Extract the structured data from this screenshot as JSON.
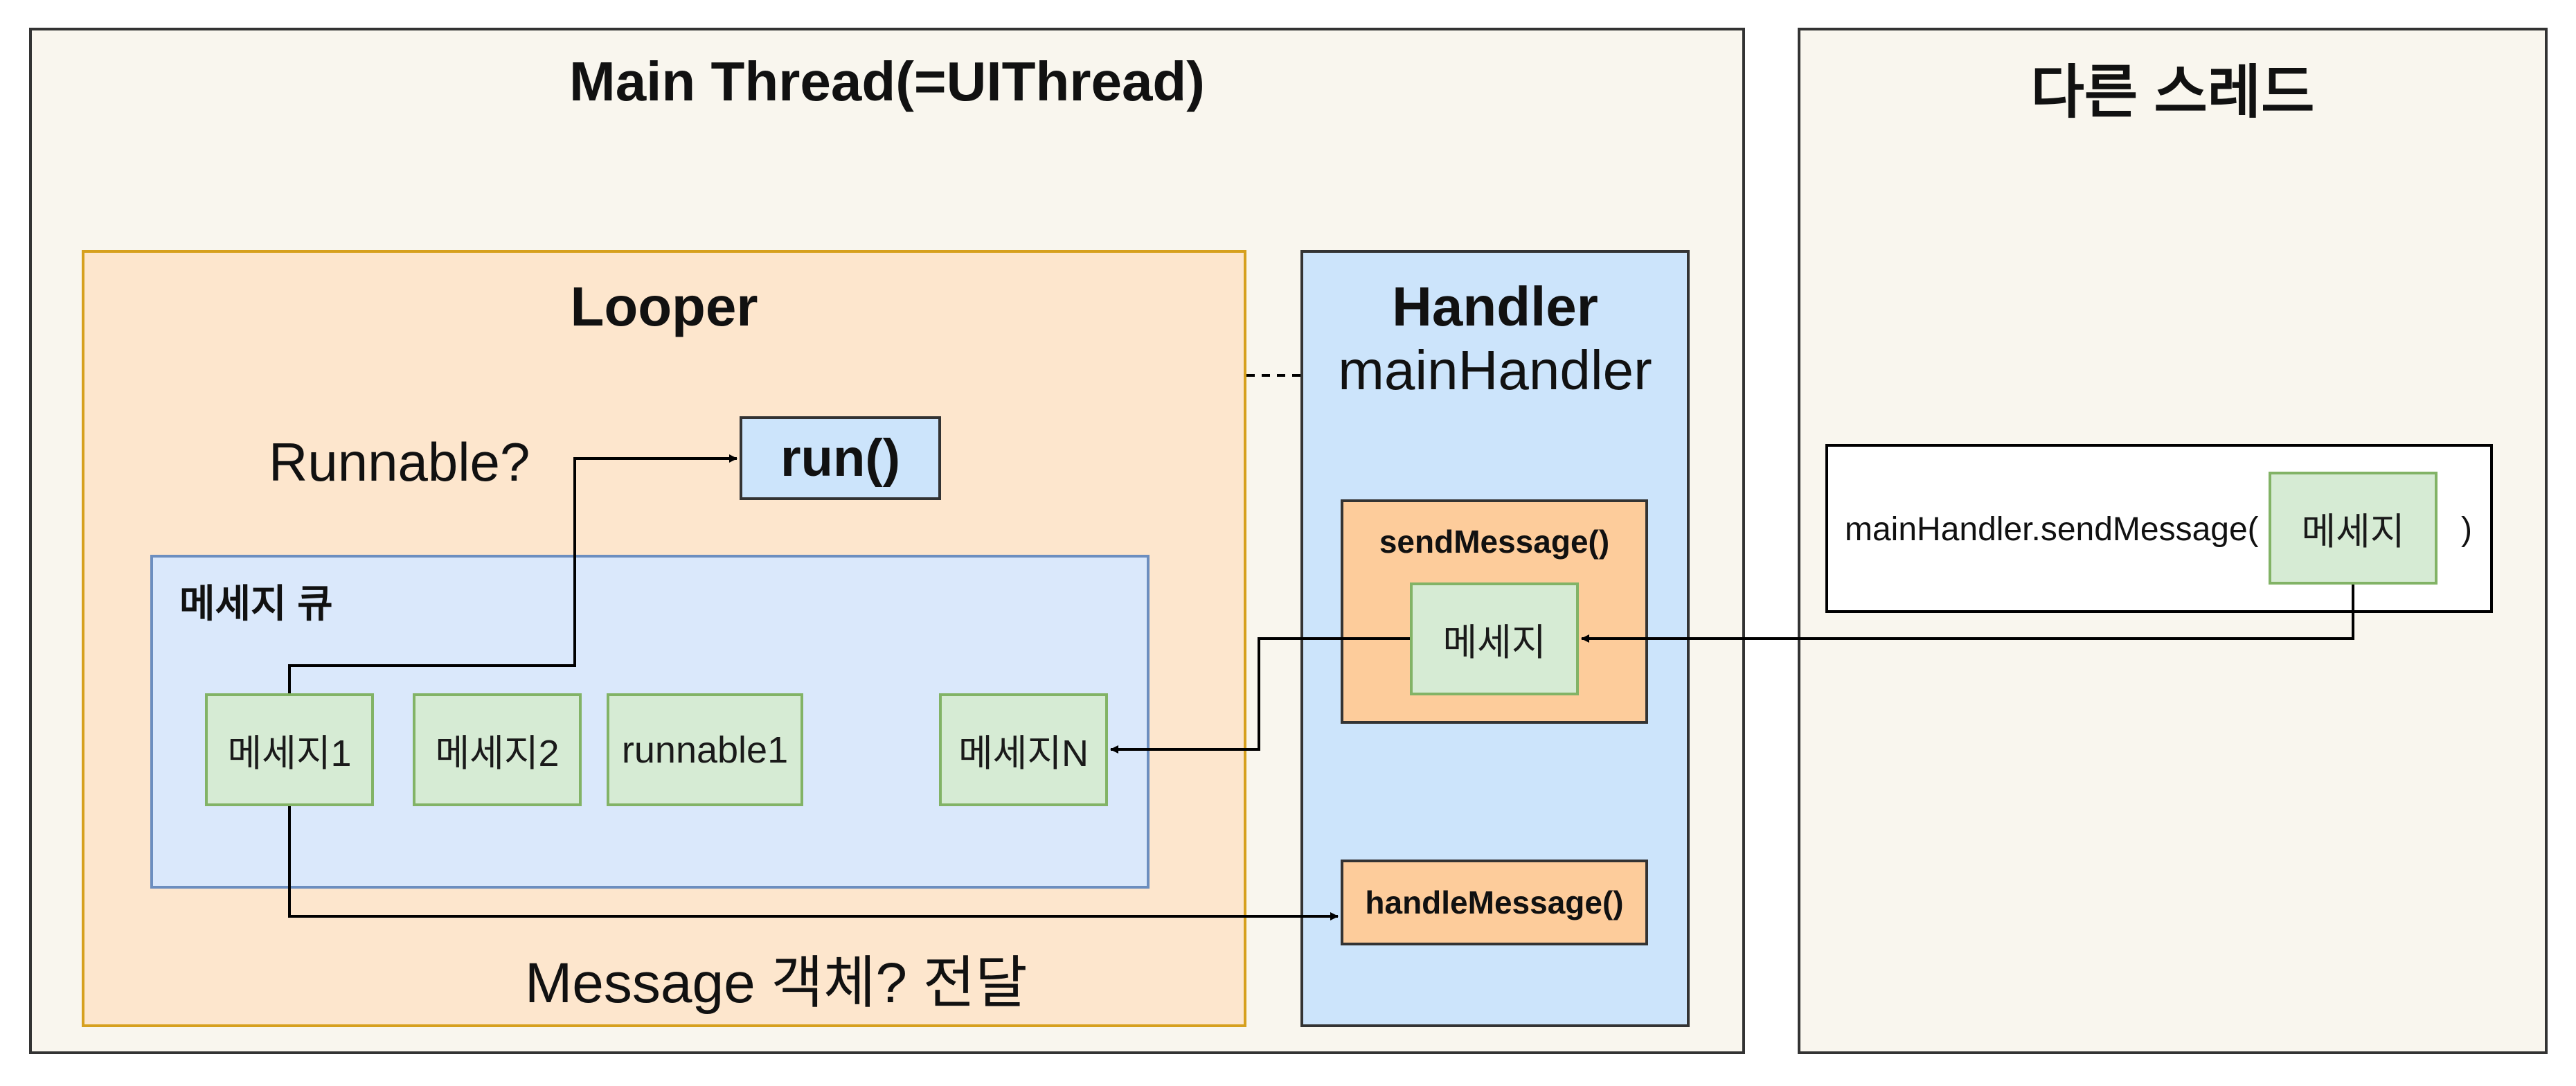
{
  "main_thread": {
    "title": "Main Thread(=UIThread)"
  },
  "other_thread": {
    "title": "다른 스레드",
    "call_prefix": "mainHandler.sendMessage(",
    "call_suffix": ")",
    "message": "메세지"
  },
  "looper": {
    "title": "Looper",
    "runnable_label": "Runnable?",
    "run_label": "run()",
    "message_label": "Message 객체? 전달",
    "queue": {
      "title": "메세지 큐",
      "items": [
        "메세지1",
        "메세지2",
        "runnable1",
        "메세지N"
      ]
    }
  },
  "handler": {
    "title": "Handler",
    "name": "mainHandler",
    "send_method": "sendMessage()",
    "send_message": "메세지",
    "handle_method": "handleMessage()"
  },
  "colors": {
    "thread_fill": "#f9f6ee",
    "looper_fill": "#fde6cd",
    "looper_border": "#d6a01e",
    "handler_fill": "#cce4fb",
    "queue_fill": "#dae8fb",
    "queue_border": "#6c8ebf",
    "message_fill": "#d6ebd4",
    "message_border": "#82b366",
    "method_fill": "#fdcc9b"
  }
}
